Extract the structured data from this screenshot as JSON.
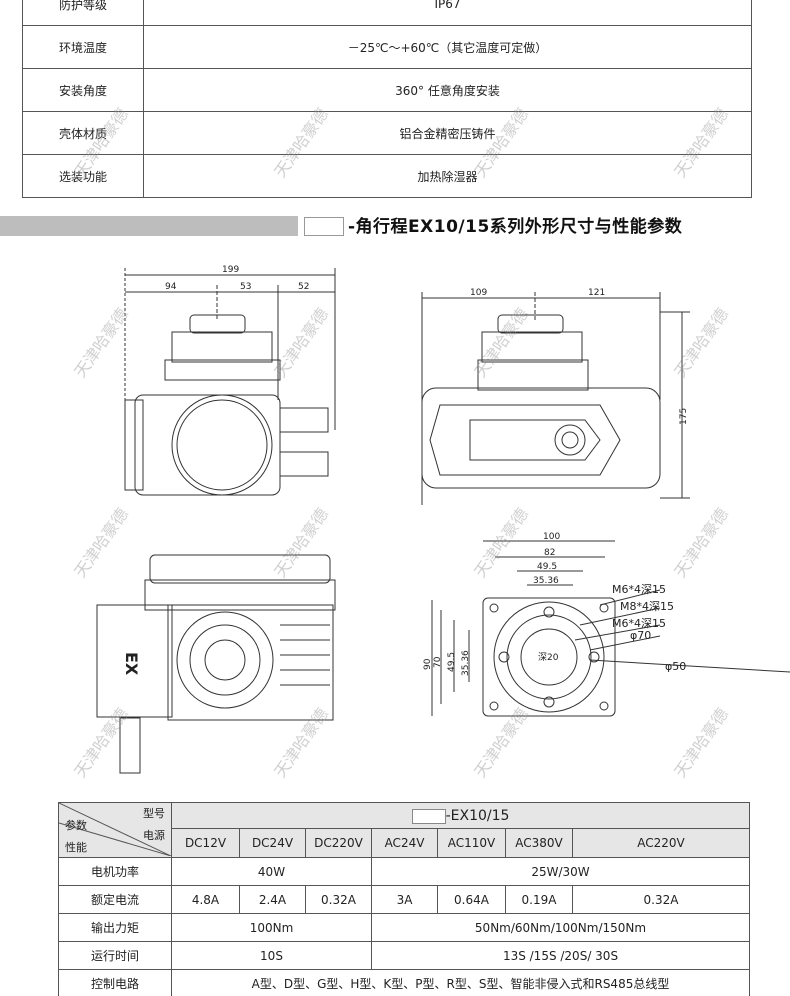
{
  "spec_table": [
    {
      "label": "防护等级",
      "value": "IP67"
    },
    {
      "label": "环境温度",
      "value": "－25℃～+60℃（其它温度可定做）"
    },
    {
      "label": "安装角度",
      "value": "360° 任意角度安装"
    },
    {
      "label": "壳体材质",
      "value": "铝合金精密压铸件"
    },
    {
      "label": "选装功能",
      "value": "加热除湿器"
    }
  ],
  "section_title": "-角行程EX10/15系列外形尺寸与性能参数",
  "drawings": {
    "front": {
      "total": "199",
      "d1": "94",
      "d2": "53",
      "d3": "52"
    },
    "side": {
      "d1": "109",
      "d2": "121",
      "height": "175"
    },
    "flange": {
      "w100": "100",
      "w82": "82",
      "w495": "49.5",
      "w3536": "35.36",
      "h90": "90",
      "h70": "70",
      "h495": "49.5",
      "h3536": "35.36",
      "depth": "深20",
      "note1": "M6*4深15",
      "note2": "M8*4深15",
      "note3": "M6*4深15",
      "phi70": "φ70",
      "phi50": "φ50"
    },
    "logo": "EX"
  },
  "perf_table": {
    "corner": {
      "model": "型号",
      "param": "参数",
      "power": "电源",
      "perf": "性能"
    },
    "model": "-EX10/15",
    "voltages": [
      "DC12V",
      "DC24V",
      "DC220V",
      "AC24V",
      "AC110V",
      "AC380V",
      "AC220V"
    ],
    "rows": {
      "motor": {
        "label": "电机功率",
        "dc": "40W",
        "ac": "25W/30W"
      },
      "current": {
        "label": "额定电流",
        "values": [
          "4.8A",
          "2.4A",
          "0.32A",
          "3A",
          "0.64A",
          "0.19A",
          "0.32A"
        ]
      },
      "torque": {
        "label": "输出力矩",
        "dc": "100Nm",
        "ac": "50Nm/60Nm/100Nm/150Nm"
      },
      "time": {
        "label": "运行时间",
        "dc": "10S",
        "ac": "13S /15S /20S/ 30S"
      },
      "control": {
        "label": "控制电路",
        "value": "A型、D型、G型、H型、K型、P型、R型、S型、智能非侵入式和RS485总线型"
      }
    }
  },
  "watermark": "天津哈豪德"
}
